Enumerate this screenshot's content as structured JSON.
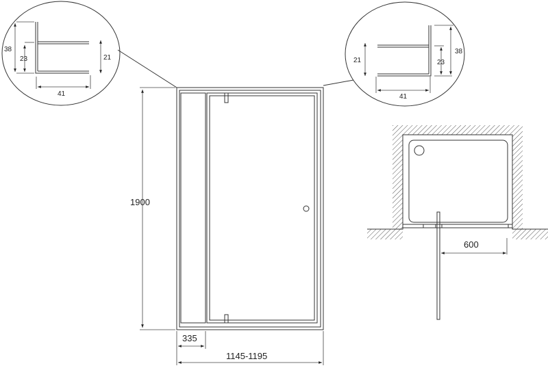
{
  "profile_left": {
    "height": "38",
    "inner": "23",
    "gap": "21",
    "depth": "41"
  },
  "profile_right": {
    "height": "38",
    "inner": "23",
    "gap": "21",
    "depth": "41"
  },
  "front_view": {
    "height": "1900",
    "fixed_panel_width": "335",
    "total_width": "1145-1195"
  },
  "plan_view": {
    "door_width": "600"
  }
}
